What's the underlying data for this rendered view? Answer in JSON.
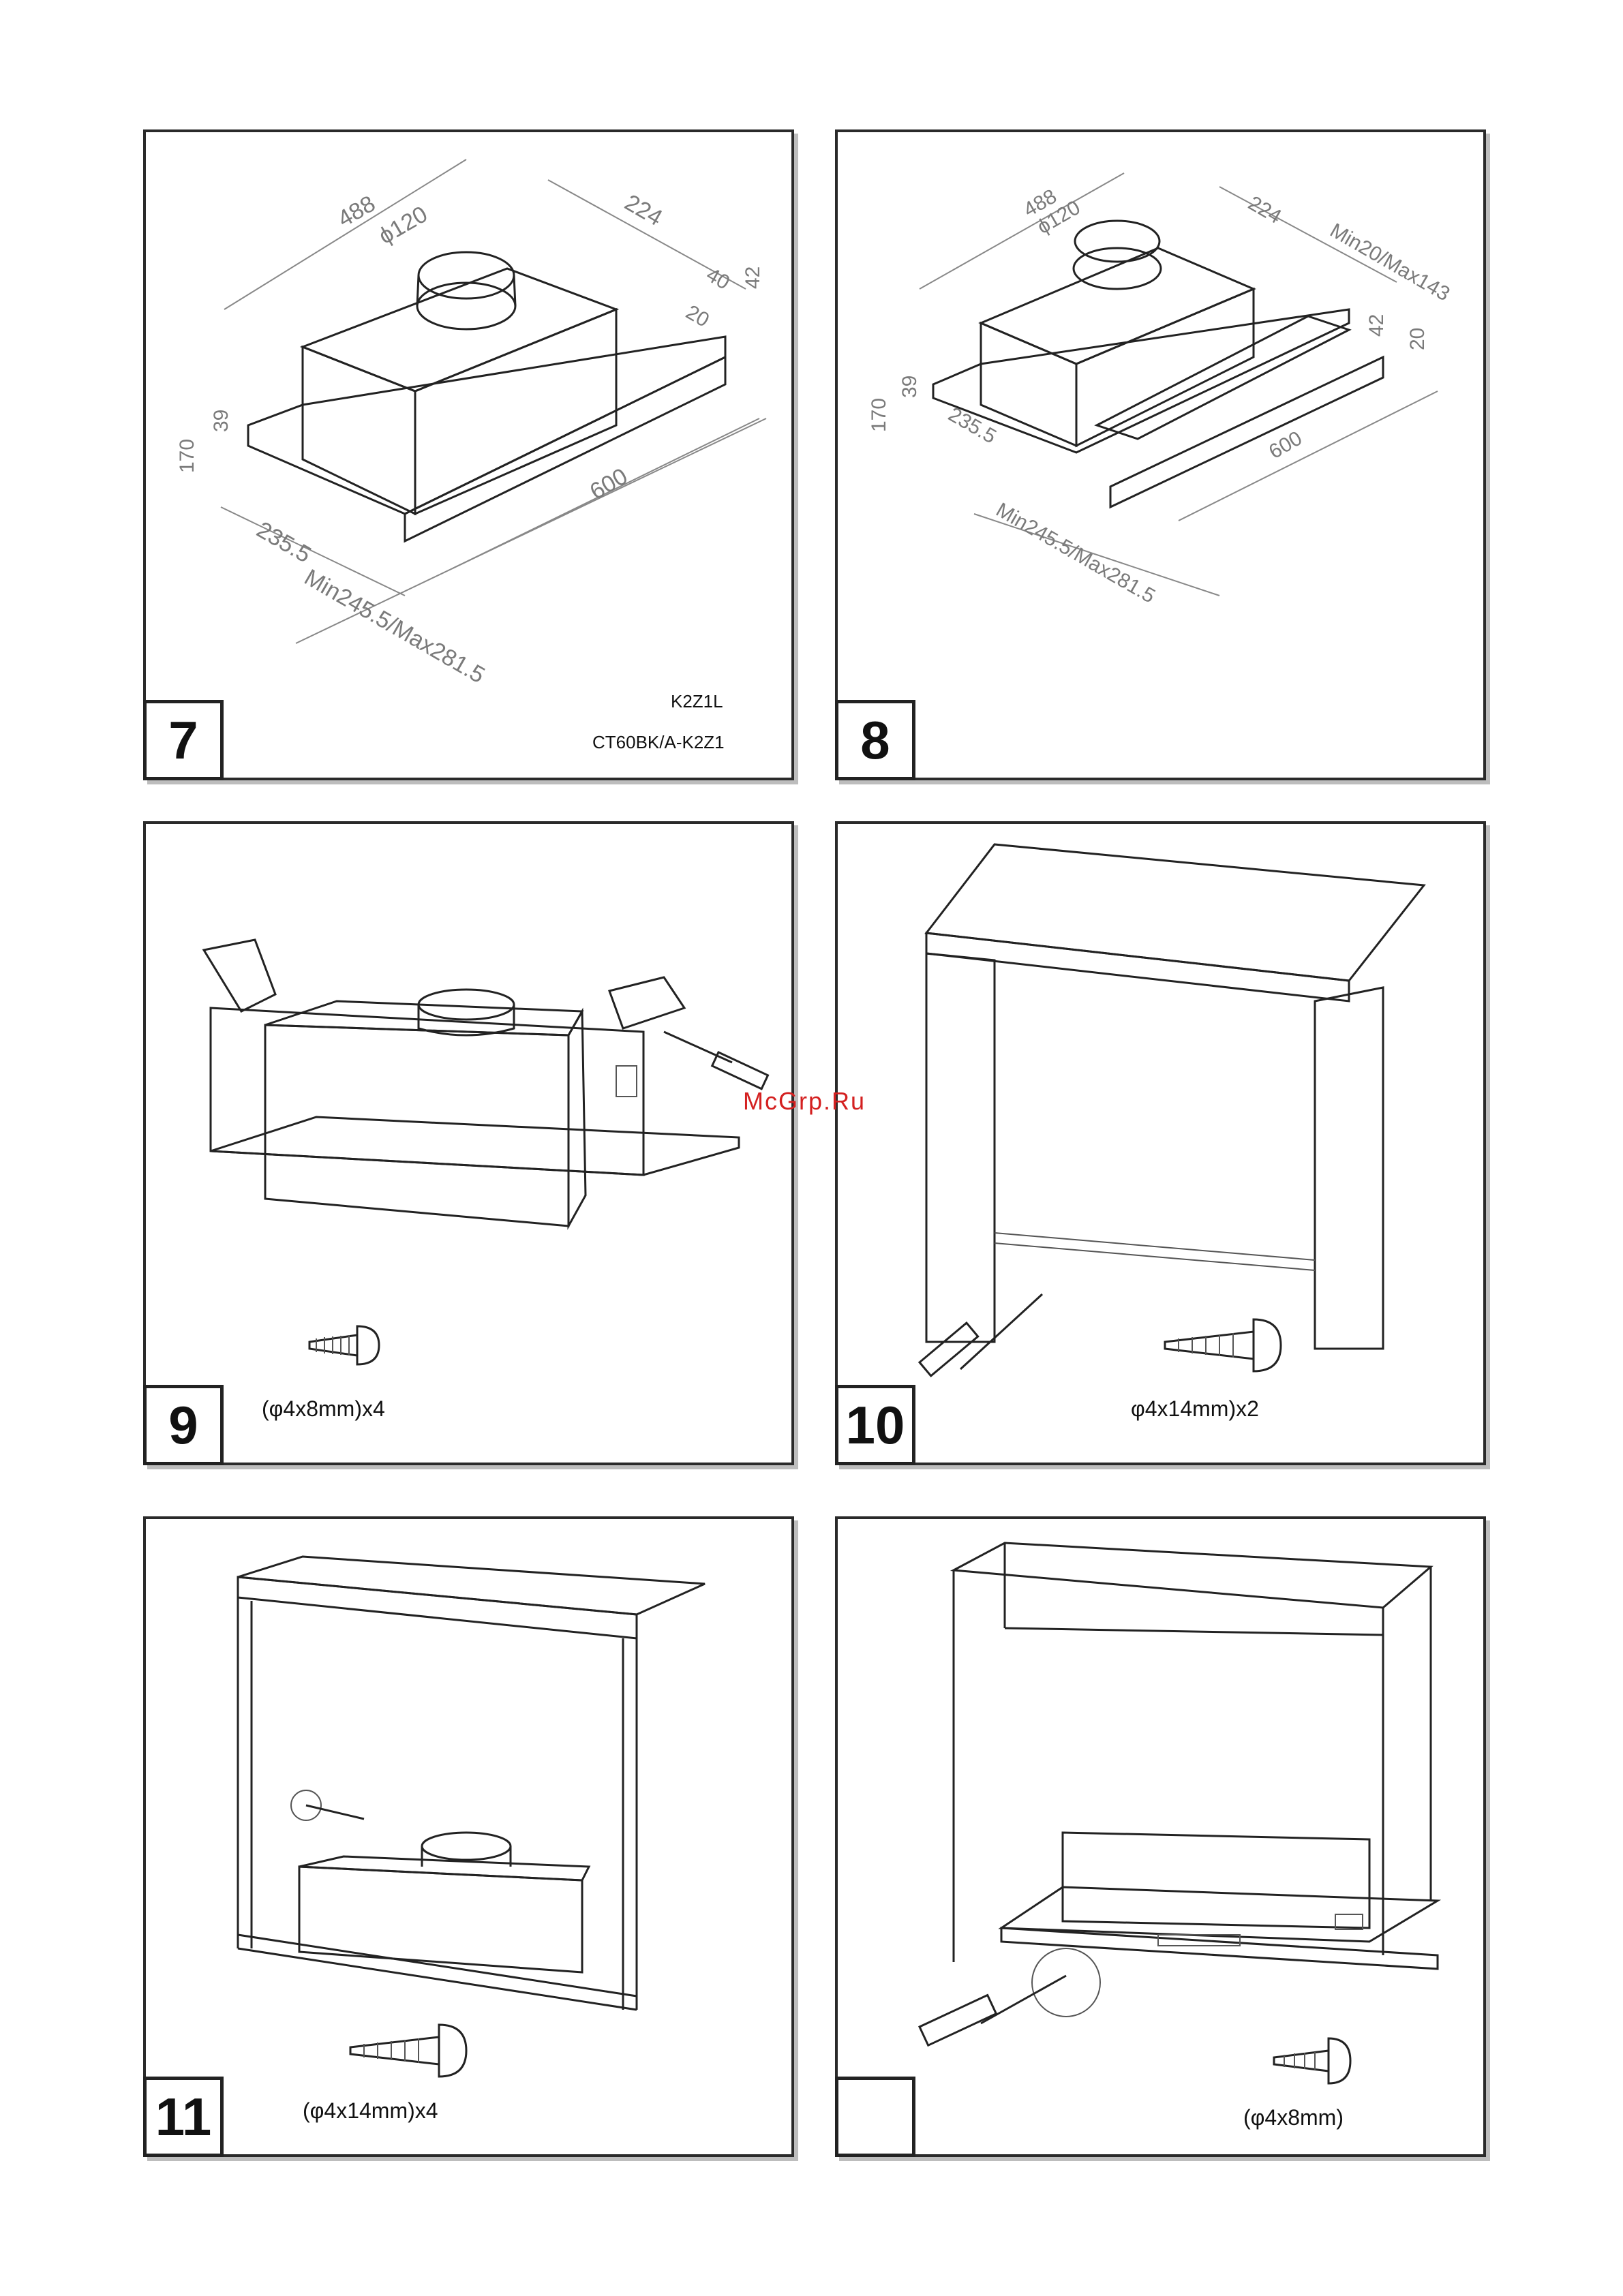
{
  "panels": [
    {
      "step": "7",
      "dims": [
        "488",
        "224",
        "ϕ120",
        "40",
        "42",
        "20",
        "170",
        "39",
        "235.5",
        "600",
        "Min245.5/Max281.5"
      ],
      "caption_model_1": "K2Z1L",
      "caption_model_2": "CT60BK/A-K2Z1"
    },
    {
      "step": "8",
      "dims": [
        "488",
        "224",
        "ϕ120",
        "Min20/Max143",
        "42",
        "20",
        "170",
        "39",
        "235.5",
        "600",
        "Min245.5/Max281.5"
      ]
    },
    {
      "step": "9",
      "caption": "(φ4x8mm)x4"
    },
    {
      "step": "10",
      "caption": "φ4x14mm)x2"
    },
    {
      "step": "11",
      "caption": "(φ4x14mm)x4"
    },
    {
      "step": "",
      "caption": "(φ4x8mm)"
    }
  ],
  "watermark": "McGrp.Ru",
  "icons": [
    "screw-icon",
    "screwdriver-icon"
  ]
}
